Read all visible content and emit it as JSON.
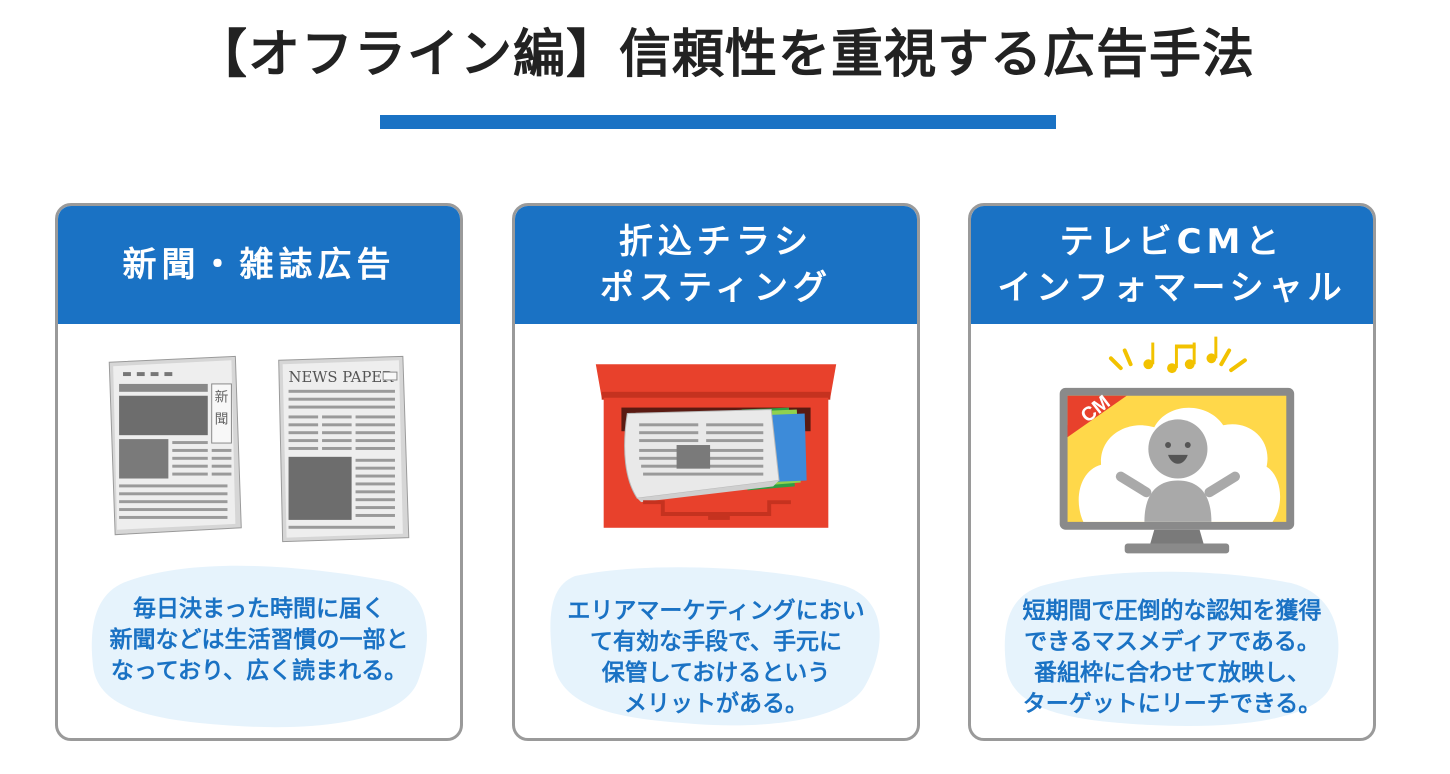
{
  "title": "【オフライン編】信頼性を重視する広告手法",
  "colors": {
    "accent": "#1a72c4",
    "border": "#9a9a9a",
    "blob": "#e6f3fc",
    "postbox": "#e8412c",
    "highlight": "#ffd84a"
  },
  "cards": [
    {
      "header_lines": [
        "新聞・雑誌広告"
      ],
      "illustration": "newspaper-icon",
      "illustration_labels": {
        "vertical_label_1": "新",
        "vertical_label_2": "聞",
        "paper_label": "NEWS PAPER"
      },
      "description_lines": [
        "毎日決まった時間に届く",
        "新聞などは生活習慣の一部と",
        "なっており、広く読まれる。"
      ]
    },
    {
      "header_lines": [
        "折込チラシ",
        "ポスティング"
      ],
      "illustration": "mailbox-icon",
      "description_lines": [
        "エリアマーケティングにおい",
        "て有効な手段で、手元に",
        "保管しておけるという",
        "メリットがある。"
      ]
    },
    {
      "header_lines": [
        "テレビCMと",
        "インフォマーシャル"
      ],
      "illustration": "television-icon",
      "illustration_labels": {
        "cm_badge": "CM"
      },
      "description_lines": [
        "短期間で圧倒的な認知を獲得",
        "できるマスメディアである。",
        "番組枠に合わせて放映し、",
        "ターゲットにリーチできる。"
      ]
    }
  ]
}
